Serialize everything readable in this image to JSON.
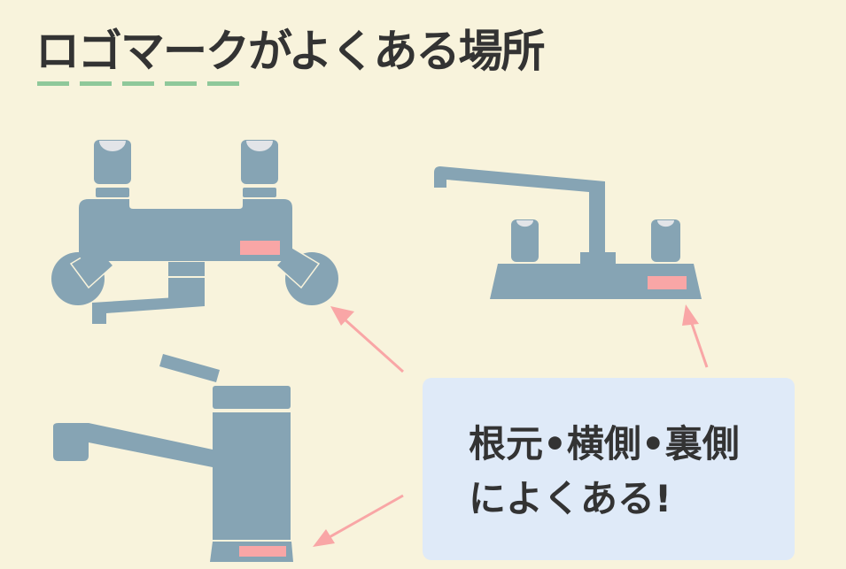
{
  "title": "ロゴマークがよくある場所",
  "callout": {
    "line1": "根元•横側•裏側",
    "line2": "によくある!"
  },
  "colors": {
    "background": "#f8f3dc",
    "faucet": "#86a4b4",
    "logo_mark": "#f9a6a6",
    "arrow": "#f9a6a6",
    "callout_bg": "#dfeaf8",
    "underline": "#8fc89a"
  }
}
